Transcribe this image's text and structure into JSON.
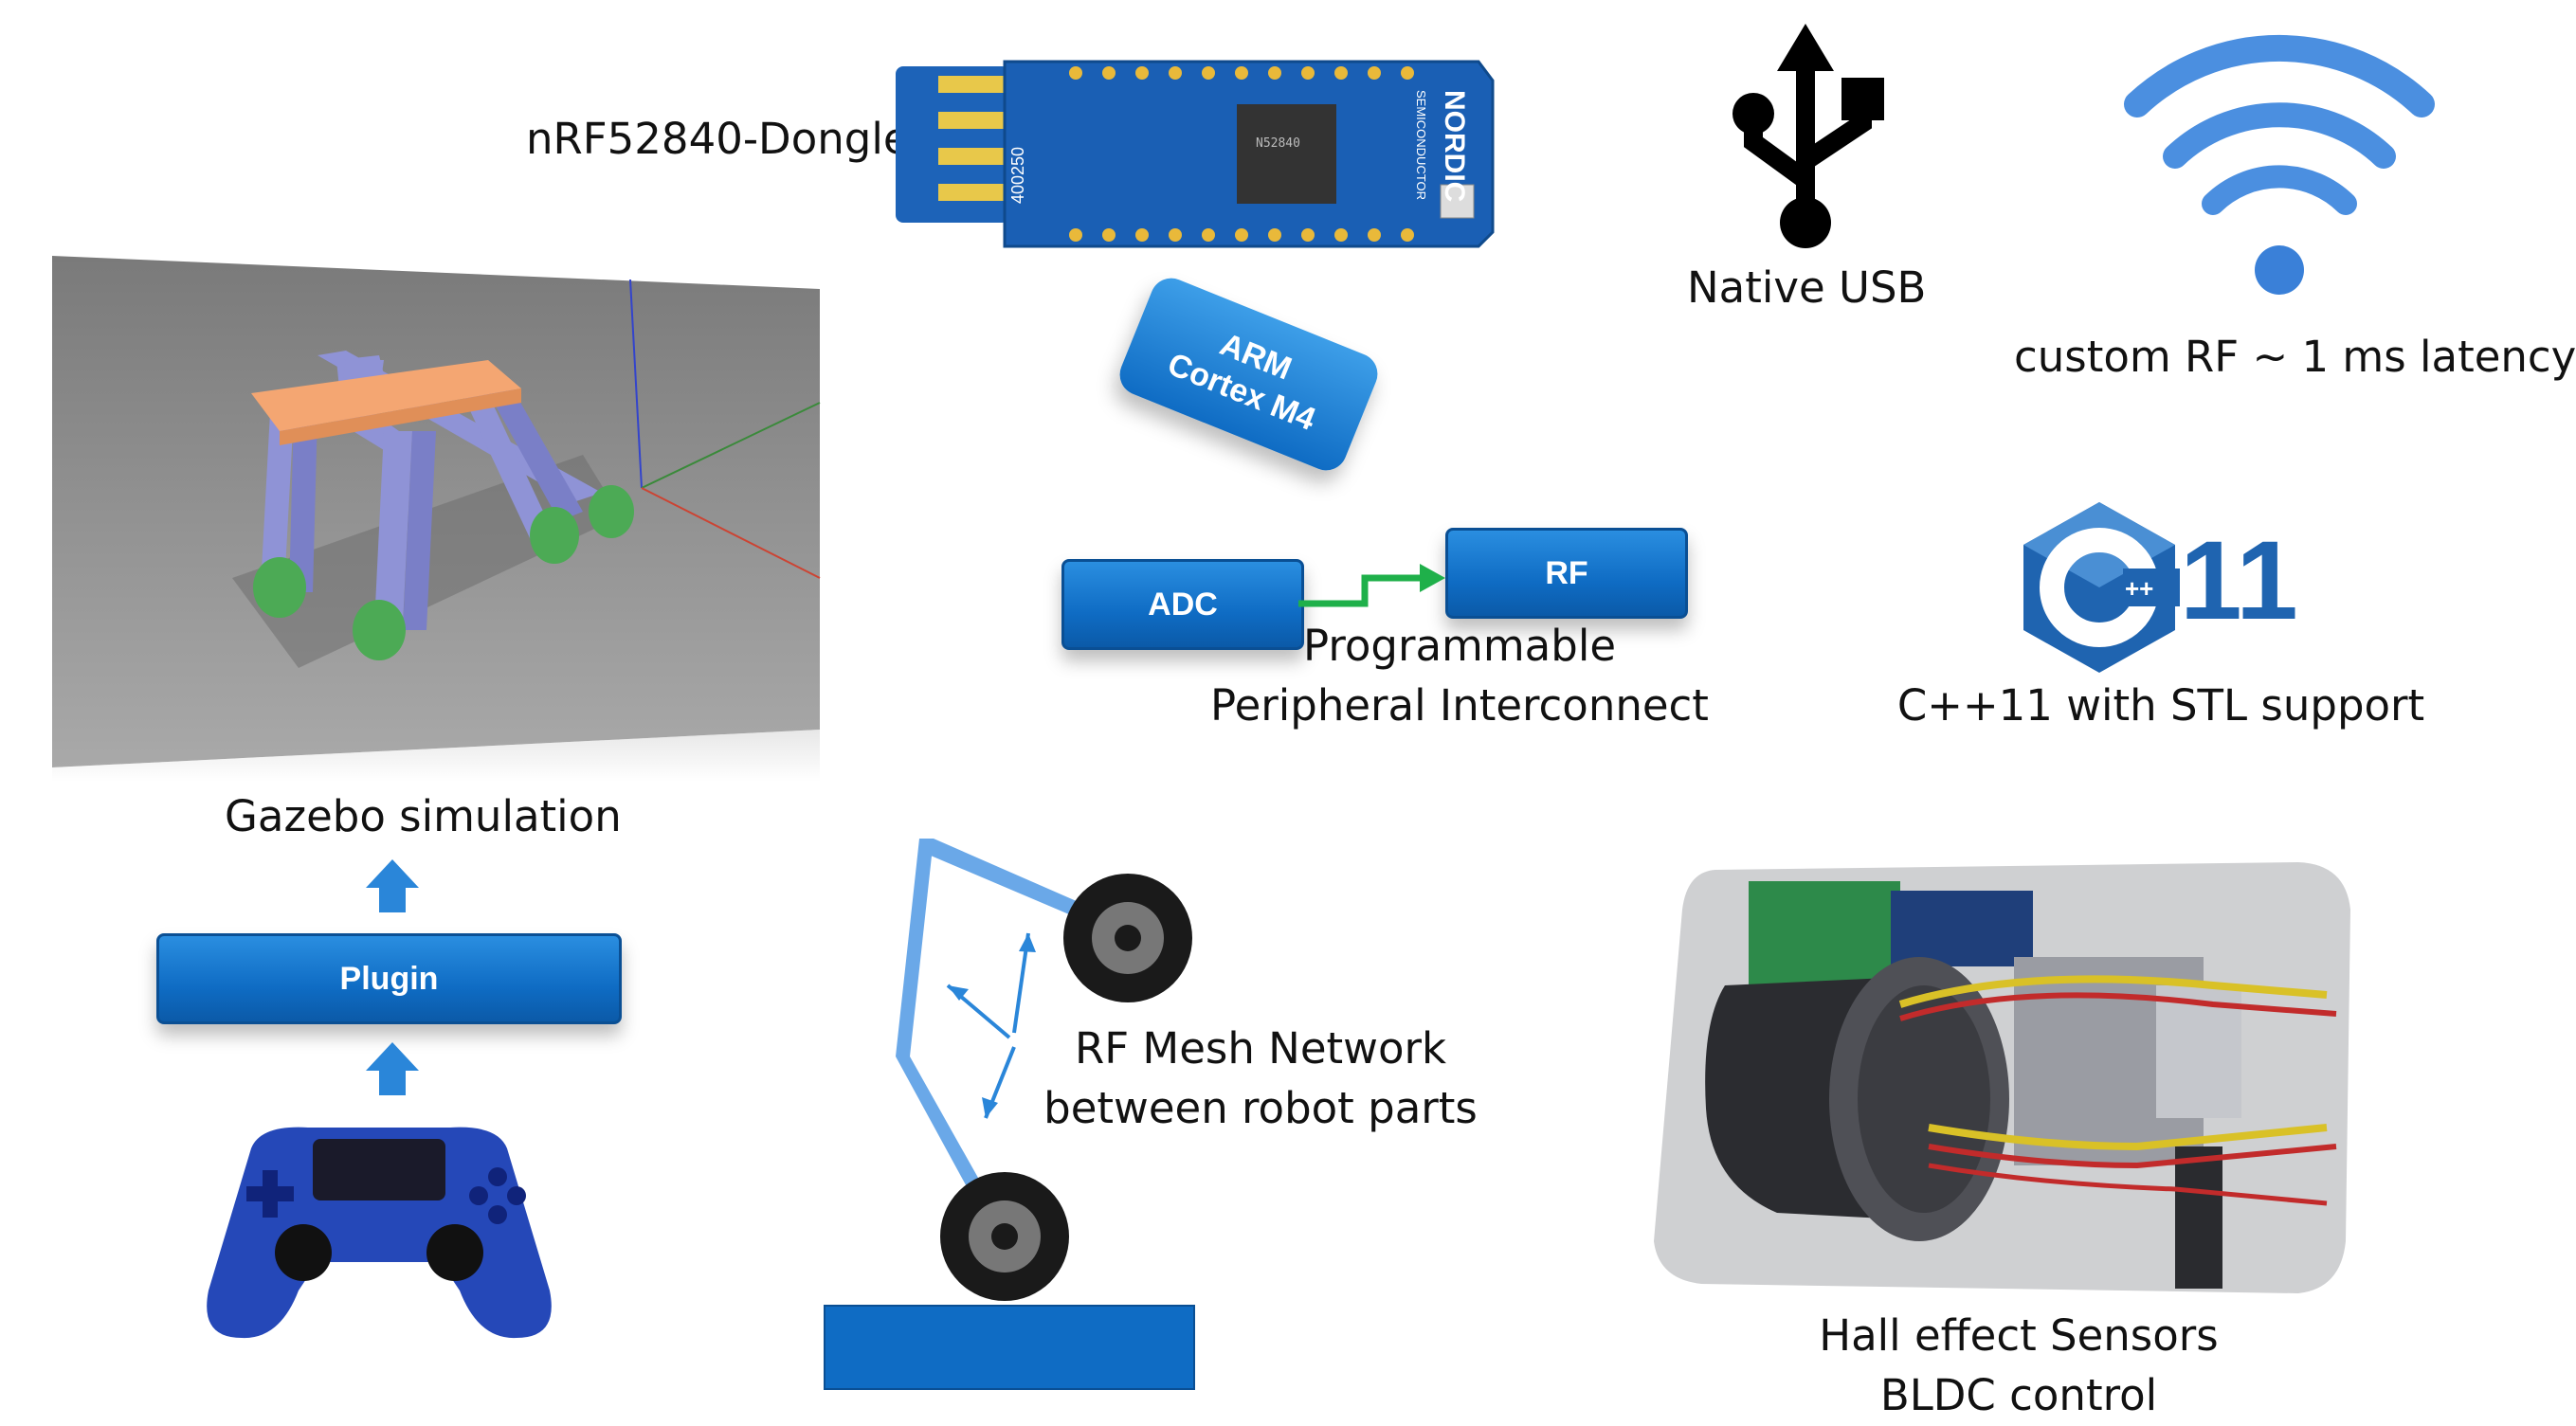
{
  "labels": {
    "dongle": "nRF52840-Dongle",
    "usb": "Native USB",
    "rf_latency": "custom RF ~ 1 ms latency",
    "arm_line1": "ARM",
    "arm_line2": "Cortex M4",
    "adc": "ADC",
    "rf": "RF",
    "ppi_line1": "Programmable",
    "ppi_line2": "Peripheral Interconnect",
    "cpp_num": "11",
    "cpp_plus": "++",
    "cpp_caption": "C++11 with STL support",
    "gazebo": "Gazebo simulation",
    "plugin": "Plugin",
    "mesh_line1": "RF Mesh Network",
    "mesh_line2": "between robot parts",
    "hall_line1": "Hall effect Sensors",
    "hall_line2": "BLDC control"
  },
  "dongle_chip": {
    "brand": "NORDIC",
    "sub": "SEMICONDUCTOR",
    "part": "N52840",
    "code": "400250"
  },
  "colors": {
    "accent_blue": "#0f6cc4",
    "light_blue": "#5aa0e0",
    "arrow_green": "#1fb04a",
    "sim_orange": "#f4a672",
    "sim_leg": "#8f93d6",
    "sim_wheel": "#4caa55",
    "pcb_blue": "#1a5fb4",
    "cpp_blue": "#1f64b0"
  },
  "icons": [
    "usb-icon",
    "wifi-icon",
    "cpp-logo-icon",
    "gamepad-icon",
    "up-arrow-icon",
    "wheel-icon",
    "motor-photo"
  ]
}
